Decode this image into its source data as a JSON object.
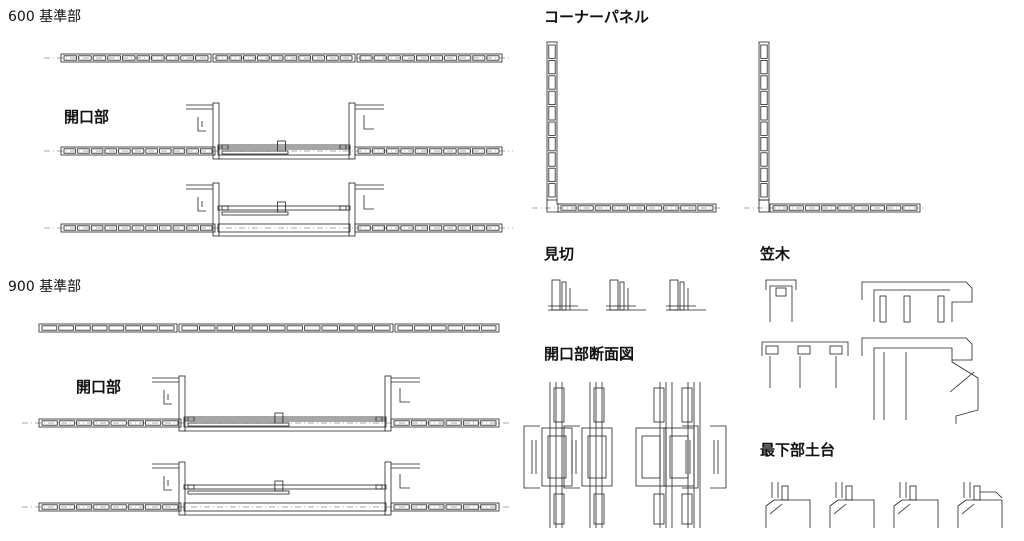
{
  "labels": {
    "std600": "600 基準部",
    "opening600": "開口部",
    "std900": "900 基準部",
    "opening900": "開口部",
    "corner_panel": "コーナーパネル",
    "mikiri": "見切",
    "kasagi": "笠木",
    "opening_section": "開口部断面図",
    "bottom_base": "最下部土台"
  },
  "colors": {
    "line": "#222222",
    "axis": "#555555",
    "background": "#ffffff"
  }
}
